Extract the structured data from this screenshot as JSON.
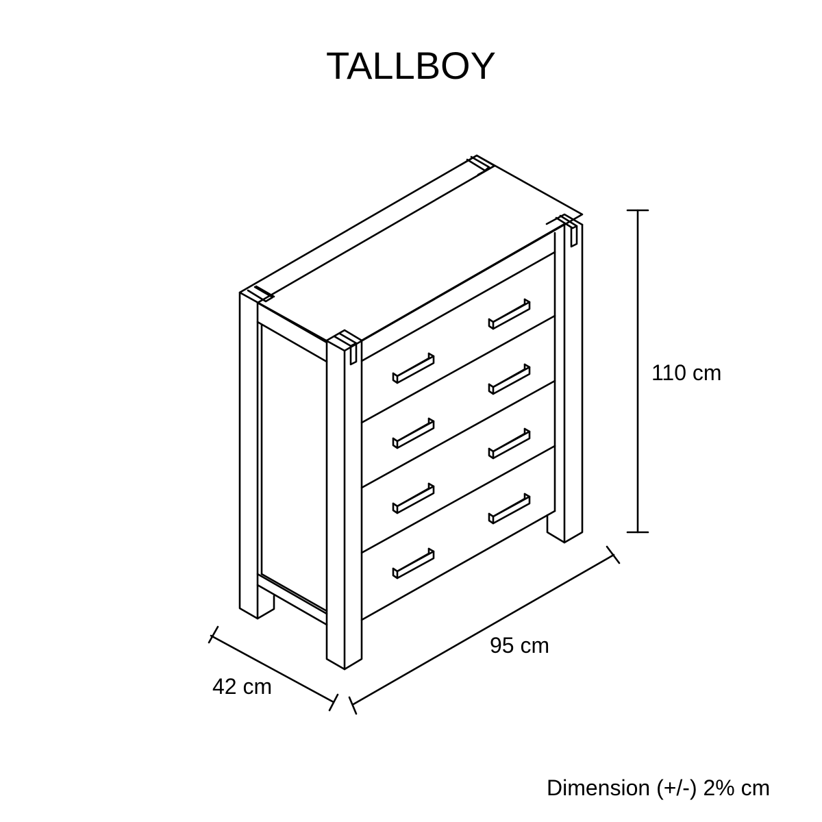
{
  "title": "TALLBOY",
  "dimensions": {
    "height": "110 cm",
    "width": "95 cm",
    "depth": "42 cm"
  },
  "footnote": "Dimension (+/-) 2% cm",
  "colors": {
    "background": "#ffffff",
    "line": "#000000"
  },
  "product": {
    "type": "tallboy",
    "drawer_count": 4,
    "handles_per_drawer_visible": 2
  }
}
